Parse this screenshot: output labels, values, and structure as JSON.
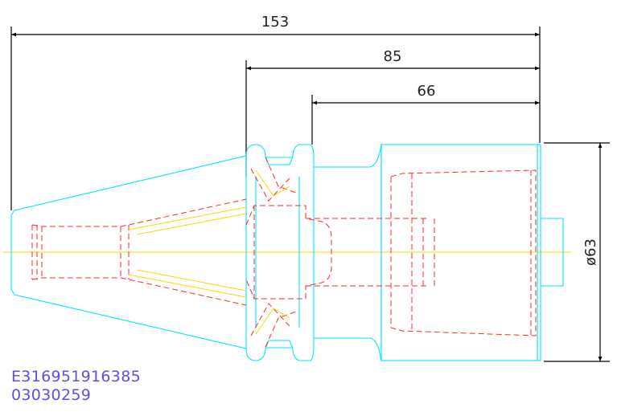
{
  "dimensions": {
    "overall_length": "153",
    "flange_to_end": "85",
    "body_length": "66",
    "diameter": "ø63"
  },
  "part_codes": {
    "line1": "E316951916385",
    "line2": "03030259"
  },
  "colors": {
    "outline": "#00e5ff",
    "hidden": "#ff2a2a",
    "centerline": "#ffd600",
    "dimension": "#000000",
    "code_text": "#5a50e6"
  }
}
